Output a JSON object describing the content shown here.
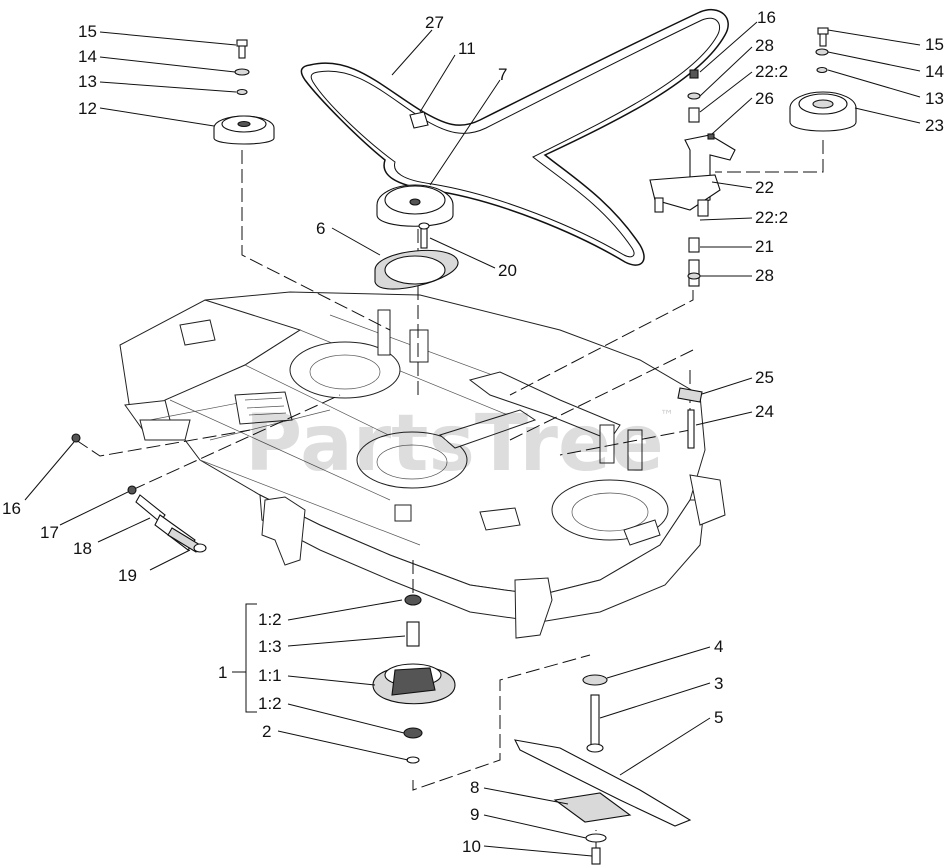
{
  "watermark": {
    "text": "PartsTree",
    "mark": "™"
  },
  "callouts": [
    {
      "id": "c15a",
      "text": "15"
    },
    {
      "id": "c14a",
      "text": "14"
    },
    {
      "id": "c13a",
      "text": "13"
    },
    {
      "id": "c12",
      "text": "12"
    },
    {
      "id": "c27",
      "text": "27"
    },
    {
      "id": "c11",
      "text": "11"
    },
    {
      "id": "c7",
      "text": "7"
    },
    {
      "id": "c16a",
      "text": "16"
    },
    {
      "id": "c28a",
      "text": "28"
    },
    {
      "id": "c22_2a",
      "text": "22:2"
    },
    {
      "id": "c26",
      "text": "26"
    },
    {
      "id": "c15b",
      "text": "15"
    },
    {
      "id": "c14b",
      "text": "14"
    },
    {
      "id": "c13b",
      "text": "13"
    },
    {
      "id": "c23",
      "text": "23"
    },
    {
      "id": "c22",
      "text": "22"
    },
    {
      "id": "c22_2b",
      "text": "22:2"
    },
    {
      "id": "c21",
      "text": "21"
    },
    {
      "id": "c28b",
      "text": "28"
    },
    {
      "id": "c6",
      "text": "6"
    },
    {
      "id": "c20",
      "text": "20"
    },
    {
      "id": "c25",
      "text": "25"
    },
    {
      "id": "c24",
      "text": "24"
    },
    {
      "id": "c16b",
      "text": "16"
    },
    {
      "id": "c17",
      "text": "17"
    },
    {
      "id": "c18",
      "text": "18"
    },
    {
      "id": "c19",
      "text": "19"
    },
    {
      "id": "c1_2a",
      "text": "1:2"
    },
    {
      "id": "c1_3",
      "text": "1:3"
    },
    {
      "id": "c1",
      "text": "1"
    },
    {
      "id": "c1_1",
      "text": "1:1"
    },
    {
      "id": "c1_2b",
      "text": "1:2"
    },
    {
      "id": "c2",
      "text": "2"
    },
    {
      "id": "c4",
      "text": "4"
    },
    {
      "id": "c3",
      "text": "3"
    },
    {
      "id": "c5",
      "text": "5"
    },
    {
      "id": "c8",
      "text": "8"
    },
    {
      "id": "c9",
      "text": "9"
    },
    {
      "id": "c10",
      "text": "10"
    }
  ]
}
